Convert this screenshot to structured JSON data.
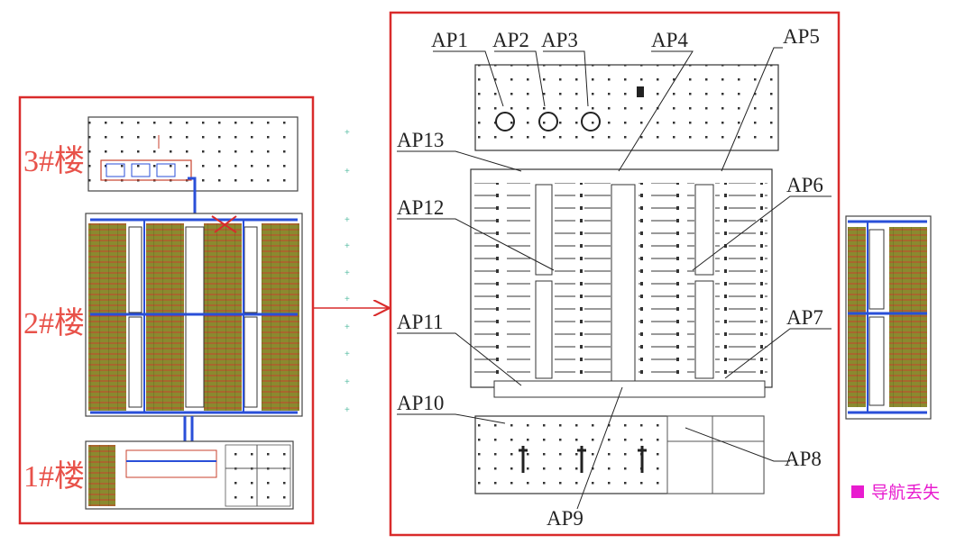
{
  "floors": [
    "3#楼",
    "2#楼",
    "1#楼"
  ],
  "access_points": [
    "AP1",
    "AP2",
    "AP3",
    "AP4",
    "AP5",
    "AP6",
    "AP7",
    "AP8",
    "AP9",
    "AP10",
    "AP11",
    "AP12",
    "AP13"
  ],
  "legend": {
    "label": "导航丢失",
    "color": "#e81ccf"
  },
  "colors": {
    "frame": "#d92b2b",
    "rack": "#7d7a2a",
    "pipe": "#2a4fd8"
  }
}
